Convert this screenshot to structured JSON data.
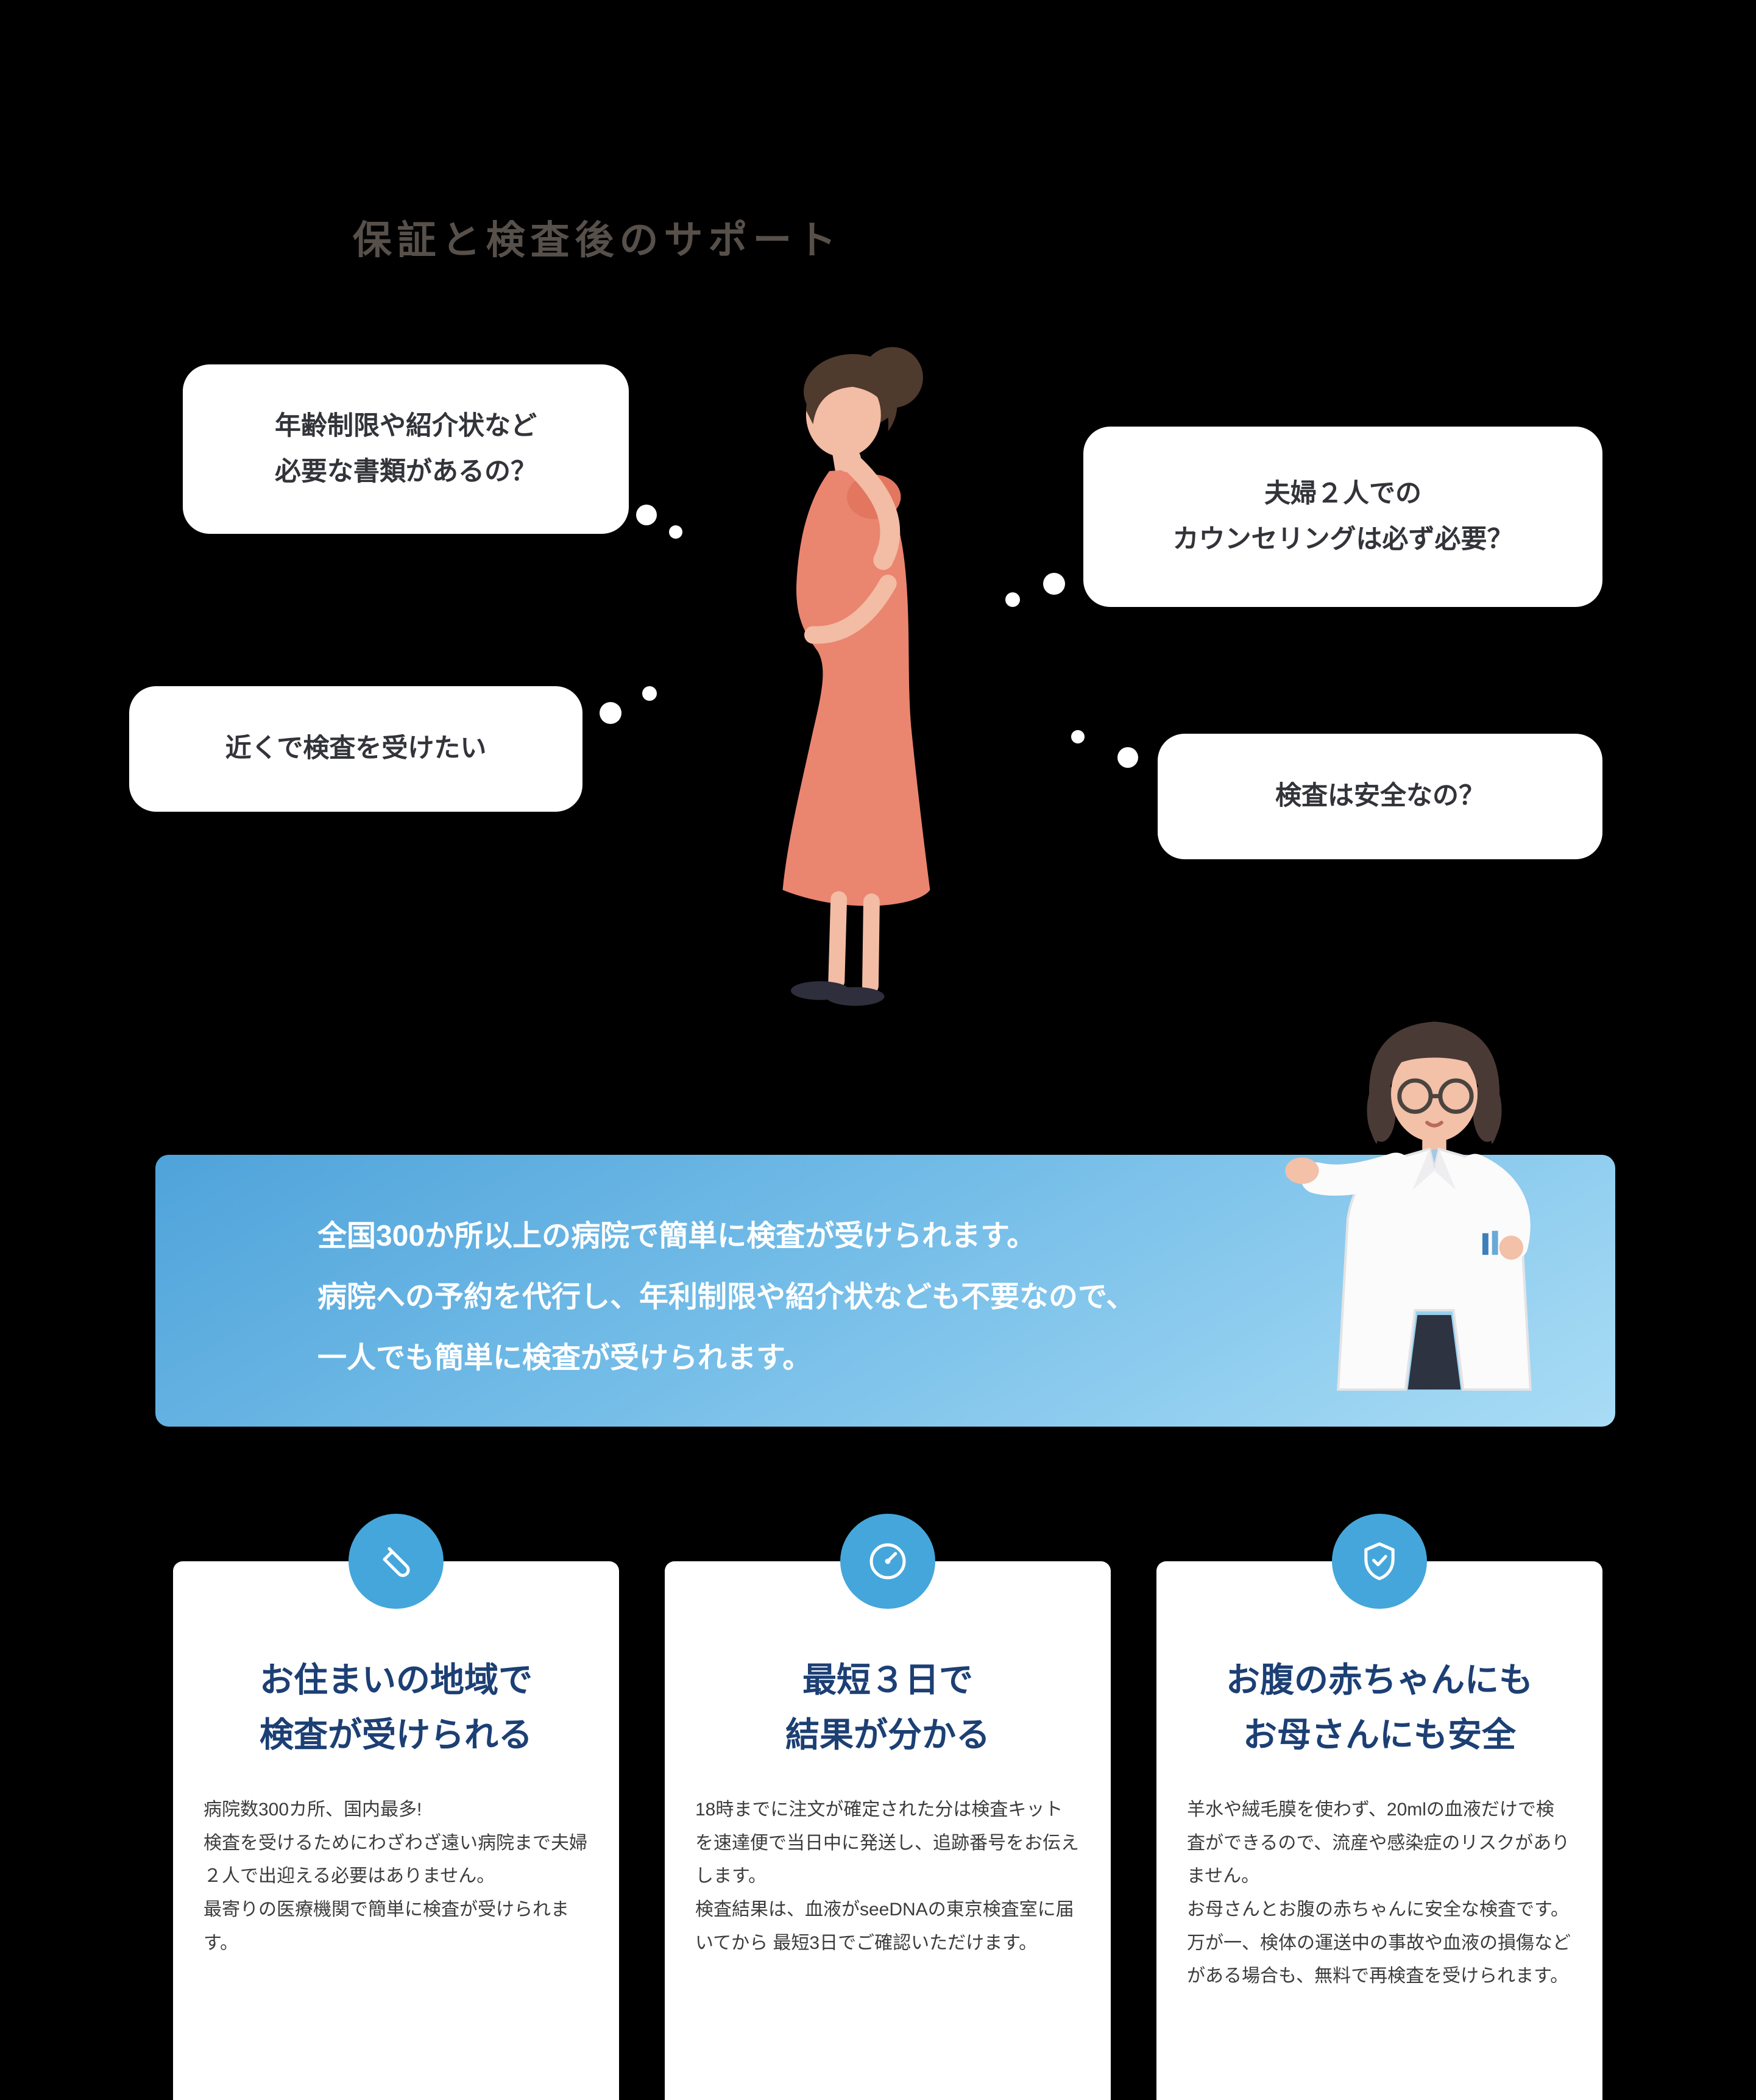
{
  "page": {
    "title": "保証と検査後のサポート",
    "background": "#000000"
  },
  "bubbles": [
    {
      "id": "documents",
      "text": "年齢制限や紹介状など\n必要な書類があるの？"
    },
    {
      "id": "counseling",
      "text": "夫婦２人での\nカウンセリングは必ず必要？"
    },
    {
      "id": "nearby",
      "text": "近くで検査を受けたい"
    },
    {
      "id": "safety",
      "text": "検査は安全なの？"
    }
  ],
  "banner": {
    "lines": [
      "全国300か所以上の病院で簡単に検査が受けられます。",
      "病院への予約を代行し、年利制限や紹介状なども不要なので、",
      "一人でも簡単に検査が受けられます。"
    ],
    "gradient_start": "#4fa3da",
    "gradient_end": "#a9dcf5"
  },
  "cards": [
    {
      "icon": "test-tube-icon",
      "title": "お住まいの地域で\n検査が受けられる",
      "body": "病院数300カ所、国内最多!\n検査を受けるためにわざわざ遠い病院まで夫婦２人で出迎える必要はありません。\n最寄りの医療機関で簡単に検査が受けられます。"
    },
    {
      "icon": "speedometer-icon",
      "title": "最短３日で\n結果が分かる",
      "body": "18時までに注文が確定された分は検査キットを速達便で当日中に発送し、追跡番号をお伝えします。\n検査結果は、血液がseeDNAの東京検査室に届いてから 最短3日でご確認いただけます。"
    },
    {
      "icon": "shield-check-icon",
      "title": "お腹の赤ちゃんにも\nお母さんにも安全",
      "body": "羊水や絨毛膜を使わず、20mlの血液だけで検査ができるので、流産や感染症のリスクがありません。\nお母さんとお腹の赤ちゃんに安全な検査です。\n万が一、検体の運送中の事故や血液の損傷などがある場合も、無料で再検査を受けられます。"
    }
  ],
  "colors": {
    "title_text": "#57504a",
    "bubble_text": "#33343a",
    "card_title": "#1c3f74",
    "card_body": "#3c3c3c",
    "icon_circle": "#45a6db",
    "banner_text": "#ffffff"
  }
}
